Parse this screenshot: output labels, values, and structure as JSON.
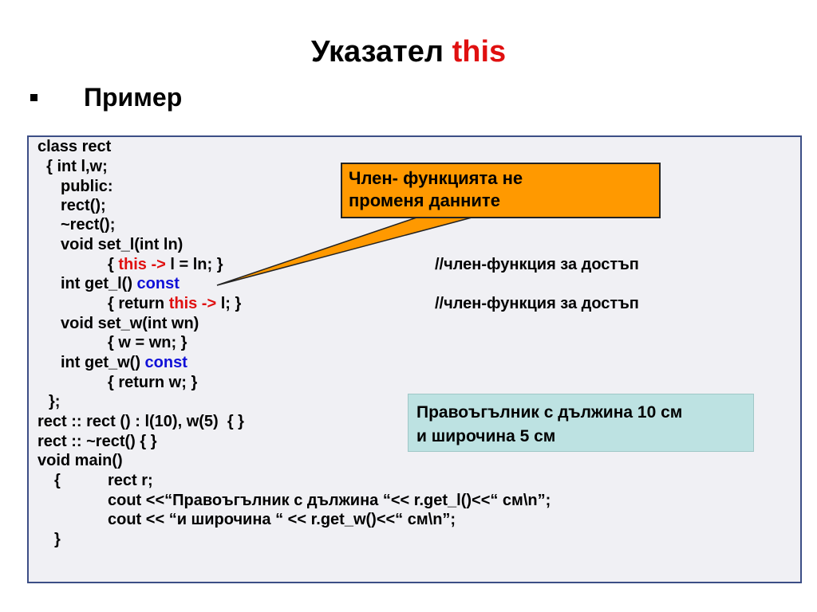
{
  "title": {
    "main": "Указател",
    "accent": "this"
  },
  "subtitle": "Пример",
  "code": {
    "l1": "class rect",
    "l2": "  { int l,w;",
    "l3": "public:",
    "l4": "rect();",
    "l5": "~rect();",
    "l6": "void set_l(int ln)",
    "l7_open": "{ ",
    "l7_this": "this ->",
    "l7_rest": " l = ln; }",
    "l8_pre": "int get_l() ",
    "l8_const": "const",
    "l9_pre": "{ return ",
    "l9_this": "this ->",
    "l9_rest": " l; }",
    "l10": "void set_w(int wn)",
    "l11": "{ w = wn; }",
    "l12_pre": "int get_w() ",
    "l12_const": "const",
    "l13": "{ return w; }",
    "l14": "};",
    "l15": "rect :: rect () : l(10), w(5)  { }",
    "l16": "rect :: ~rect() { }",
    "l17": "void main()",
    "l18_brace": "{",
    "l18_stmt": "rect r;",
    "l19": "cout <<“Правоъгълник с дължина “<< r.get_l()<<“ см\\n”;",
    "l20": "cout << “и широчина “ << r.get_w()<<“ см\\n”;",
    "l21": "}"
  },
  "comments": {
    "c1": "//член-функция за достъп",
    "c2": "//член-функция за достъп"
  },
  "callout_orange": {
    "line1": "Член- функцията не",
    "line2": "променя данните"
  },
  "callout_teal": {
    "line1": "Правоъгълник с дължина 10 см",
    "line2": "и широчина 5 см"
  },
  "colors": {
    "keyword_this": "#e01010",
    "keyword_const": "#1010d8",
    "orange_callout": "#ff9900",
    "teal_callout": "#bde2e2",
    "border": "#3c4e86"
  }
}
